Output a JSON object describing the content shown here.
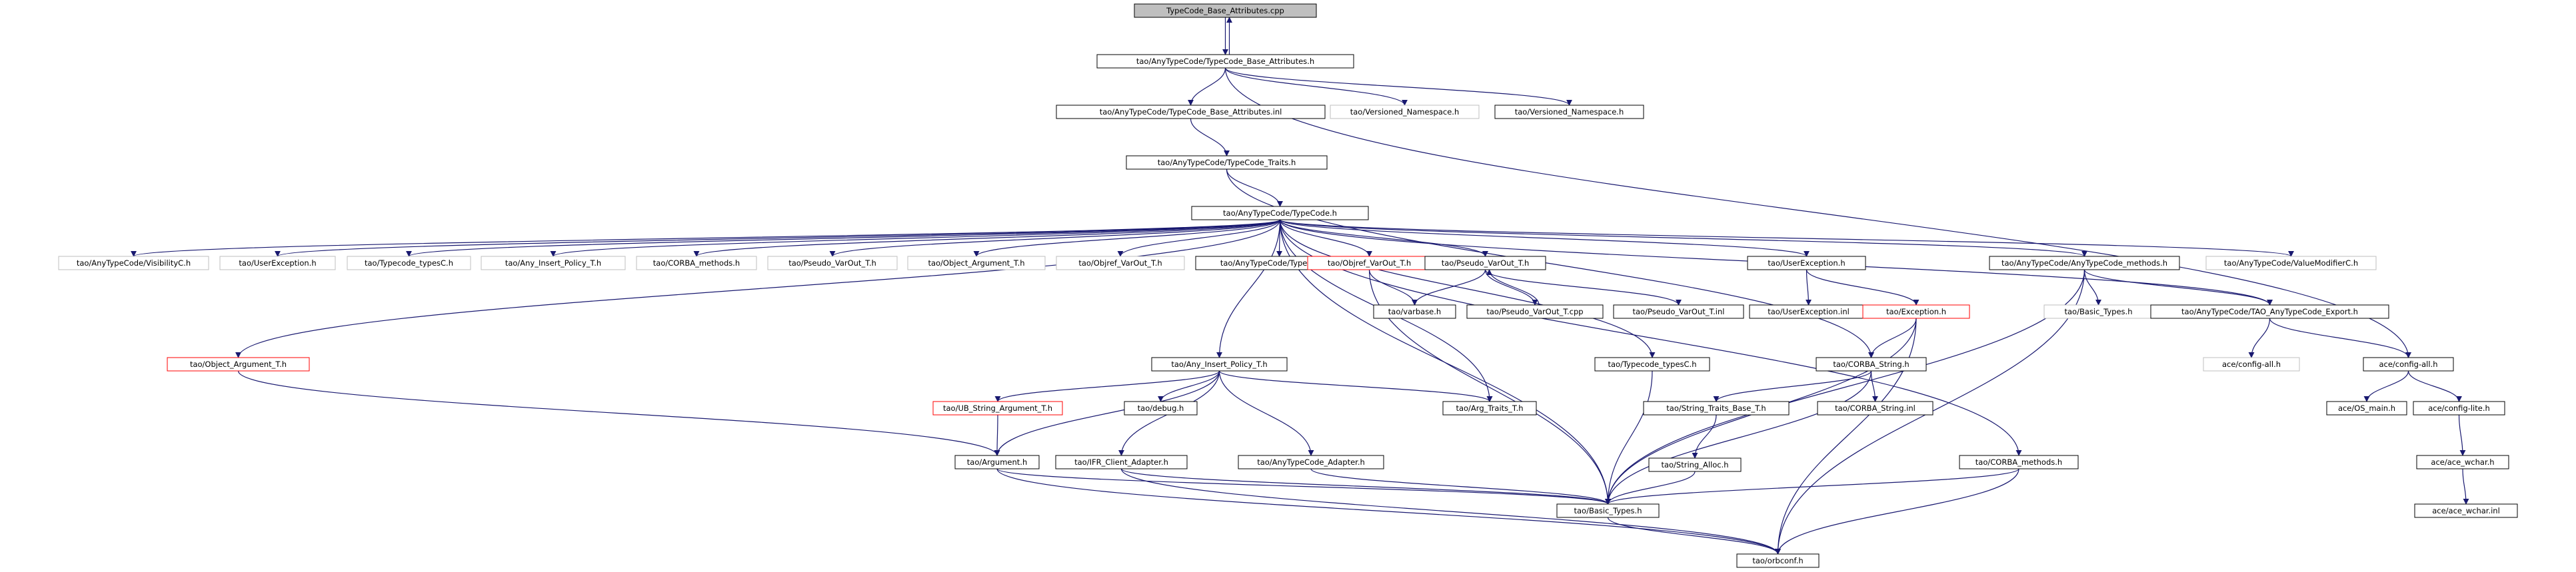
{
  "colors": {
    "edge": "#191970",
    "border_documented": "#000000",
    "border_undocumented": "#bfbfbf",
    "border_truncated": "#ff0000",
    "fill_root": "#bfbfbf",
    "fill_default": "#ffffff"
  },
  "nodes": [
    {
      "id": "n_root",
      "label": "TypeCode_Base_Attributes.cpp",
      "style": "root"
    },
    {
      "id": "n_tba_h",
      "label": "tao/AnyTypeCode/TypeCode_Base_Attributes.h",
      "style": "normal"
    },
    {
      "id": "n_tba_inl",
      "label": "tao/AnyTypeCode/TypeCode_Base_Attributes.inl",
      "style": "normal"
    },
    {
      "id": "n_vns1",
      "label": "tao/Versioned_Namespace.h",
      "style": "undocumented"
    },
    {
      "id": "n_vns2",
      "label": "tao/Versioned_Namespace.h",
      "style": "normal"
    },
    {
      "id": "n_traits",
      "label": "tao/AnyTypeCode/TypeCode_Traits.h",
      "style": "normal"
    },
    {
      "id": "n_typecode",
      "label": "tao/AnyTypeCode/TypeCode.h",
      "style": "normal"
    },
    {
      "id": "n_visc",
      "label": "tao/AnyTypeCode/VisibilityC.h",
      "style": "undocumented"
    },
    {
      "id": "n_userexc1",
      "label": "tao/UserException.h",
      "style": "undocumented"
    },
    {
      "id": "n_tctypesc1",
      "label": "tao/Typecode_typesC.h",
      "style": "undocumented"
    },
    {
      "id": "n_aip1",
      "label": "tao/Any_Insert_Policy_T.h",
      "style": "undocumented"
    },
    {
      "id": "n_corbam1",
      "label": "tao/CORBA_methods.h",
      "style": "undocumented"
    },
    {
      "id": "n_pvo1",
      "label": "tao/Pseudo_VarOut_T.h",
      "style": "undocumented"
    },
    {
      "id": "n_oa1",
      "label": "tao/Object_Argument_T.h",
      "style": "undocumented"
    },
    {
      "id": "n_ovo1",
      "label": "tao/Objref_VarOut_T.h",
      "style": "undocumented"
    },
    {
      "id": "n_tcinl",
      "label": "tao/AnyTypeCode/TypeCode.inl",
      "style": "normal"
    },
    {
      "id": "n_ovo2",
      "label": "tao/Objref_VarOut_T.h",
      "style": "truncated"
    },
    {
      "id": "n_pvo2",
      "label": "tao/Pseudo_VarOut_T.h",
      "style": "normal"
    },
    {
      "id": "n_userexc2",
      "label": "tao/UserException.h",
      "style": "normal"
    },
    {
      "id": "n_atcm",
      "label": "tao/AnyTypeCode/AnyTypeCode_methods.h",
      "style": "normal"
    },
    {
      "id": "n_vmc",
      "label": "tao/AnyTypeCode/ValueModifierC.h",
      "style": "undocumented"
    },
    {
      "id": "n_varbase",
      "label": "tao/varbase.h",
      "style": "normal"
    },
    {
      "id": "n_pvocpp",
      "label": "tao/Pseudo_VarOut_T.cpp",
      "style": "normal"
    },
    {
      "id": "n_pvoinl",
      "label": "tao/Pseudo_VarOut_T.inl",
      "style": "normal"
    },
    {
      "id": "n_ueinl",
      "label": "tao/UserException.inl",
      "style": "normal"
    },
    {
      "id": "n_exception",
      "label": "tao/Exception.h",
      "style": "truncated"
    },
    {
      "id": "n_basictypes1",
      "label": "tao/Basic_Types.h",
      "style": "undocumented"
    },
    {
      "id": "n_taoexport",
      "label": "tao/AnyTypeCode/TAO_AnyTypeCode_Export.h",
      "style": "normal"
    },
    {
      "id": "n_oa2",
      "label": "tao/Object_Argument_T.h",
      "style": "truncated"
    },
    {
      "id": "n_aip2",
      "label": "tao/Any_Insert_Policy_T.h",
      "style": "normal"
    },
    {
      "id": "n_tctypesc2",
      "label": "tao/Typecode_typesC.h",
      "style": "normal"
    },
    {
      "id": "n_corbastr",
      "label": "tao/CORBA_String.h",
      "style": "normal"
    },
    {
      "id": "n_configall1",
      "label": "ace/config-all.h",
      "style": "undocumented"
    },
    {
      "id": "n_configall2",
      "label": "ace/config-all.h",
      "style": "normal"
    },
    {
      "id": "n_ubsa",
      "label": "tao/UB_String_Argument_T.h",
      "style": "truncated"
    },
    {
      "id": "n_debug",
      "label": "tao/debug.h",
      "style": "normal"
    },
    {
      "id": "n_argtraits",
      "label": "tao/Arg_Traits_T.h",
      "style": "normal"
    },
    {
      "id": "n_stbt",
      "label": "tao/String_Traits_Base_T.h",
      "style": "normal"
    },
    {
      "id": "n_corbastrinl",
      "label": "tao/CORBA_String.inl",
      "style": "normal"
    },
    {
      "id": "n_osmain",
      "label": "ace/OS_main.h",
      "style": "normal"
    },
    {
      "id": "n_configlite",
      "label": "ace/config-lite.h",
      "style": "normal"
    },
    {
      "id": "n_stralloc",
      "label": "tao/String_Alloc.h",
      "style": "normal"
    },
    {
      "id": "n_argument",
      "label": "tao/Argument.h",
      "style": "normal"
    },
    {
      "id": "n_ifr",
      "label": "tao/IFR_Client_Adapter.h",
      "style": "normal"
    },
    {
      "id": "n_atcadapter",
      "label": "tao/AnyTypeCode_Adapter.h",
      "style": "normal"
    },
    {
      "id": "n_corbam2",
      "label": "tao/CORBA_methods.h",
      "style": "normal"
    },
    {
      "id": "n_acewchar",
      "label": "ace/ace_wchar.h",
      "style": "normal"
    },
    {
      "id": "n_basictypes2",
      "label": "tao/Basic_Types.h",
      "style": "normal"
    },
    {
      "id": "n_acewcharinl",
      "label": "ace/ace_wchar.inl",
      "style": "normal"
    },
    {
      "id": "n_orbconf",
      "label": "tao/orbconf.h",
      "style": "normal"
    }
  ],
  "edges": [
    [
      "n_root",
      "n_tba_h"
    ],
    [
      "n_tba_h",
      "n_root"
    ],
    [
      "n_tba_h",
      "n_tba_inl"
    ],
    [
      "n_tba_h",
      "n_vns1"
    ],
    [
      "n_tba_h",
      "n_vns2"
    ],
    [
      "n_tba_h",
      "n_configall2"
    ],
    [
      "n_tba_inl",
      "n_traits"
    ],
    [
      "n_traits",
      "n_typecode"
    ],
    [
      "n_traits",
      "n_corbastr"
    ],
    [
      "n_typecode",
      "n_visc"
    ],
    [
      "n_typecode",
      "n_userexc1"
    ],
    [
      "n_typecode",
      "n_tctypesc1"
    ],
    [
      "n_typecode",
      "n_aip1"
    ],
    [
      "n_typecode",
      "n_corbam1"
    ],
    [
      "n_typecode",
      "n_pvo1"
    ],
    [
      "n_typecode",
      "n_oa1"
    ],
    [
      "n_typecode",
      "n_ovo1"
    ],
    [
      "n_typecode",
      "n_tcinl"
    ],
    [
      "n_typecode",
      "n_ovo2"
    ],
    [
      "n_typecode",
      "n_pvo2"
    ],
    [
      "n_typecode",
      "n_userexc2"
    ],
    [
      "n_typecode",
      "n_atcm"
    ],
    [
      "n_typecode",
      "n_vmc"
    ],
    [
      "n_typecode",
      "n_taoexport"
    ],
    [
      "n_typecode",
      "n_oa2"
    ],
    [
      "n_typecode",
      "n_aip2"
    ],
    [
      "n_typecode",
      "n_tctypesc2"
    ],
    [
      "n_typecode",
      "n_argtraits"
    ],
    [
      "n_typecode",
      "n_corbam2"
    ],
    [
      "n_typecode",
      "n_basictypes2"
    ],
    [
      "n_ovo2",
      "n_varbase"
    ],
    [
      "n_ovo2",
      "n_basictypes2"
    ],
    [
      "n_pvo2",
      "n_varbase"
    ],
    [
      "n_pvo2",
      "n_pvocpp"
    ],
    [
      "n_pvocpp",
      "n_pvo2"
    ],
    [
      "n_pvo2",
      "n_pvoinl"
    ],
    [
      "n_userexc2",
      "n_ueinl"
    ],
    [
      "n_userexc2",
      "n_exception"
    ],
    [
      "n_exception",
      "n_corbastr"
    ],
    [
      "n_exception",
      "n_basictypes2"
    ],
    [
      "n_exception",
      "n_orbconf"
    ],
    [
      "n_atcm",
      "n_basictypes1"
    ],
    [
      "n_atcm",
      "n_taoexport"
    ],
    [
      "n_atcm",
      "n_basictypes2"
    ],
    [
      "n_atcm",
      "n_orbconf"
    ],
    [
      "n_taoexport",
      "n_configall1"
    ],
    [
      "n_taoexport",
      "n_configall2"
    ],
    [
      "n_configall2",
      "n_osmain"
    ],
    [
      "n_configall2",
      "n_configlite"
    ],
    [
      "n_configlite",
      "n_acewchar"
    ],
    [
      "n_acewchar",
      "n_acewcharinl"
    ],
    [
      "n_oa2",
      "n_argument"
    ],
    [
      "n_aip2",
      "n_ubsa"
    ],
    [
      "n_aip2",
      "n_debug"
    ],
    [
      "n_aip2",
      "n_argtraits"
    ],
    [
      "n_aip2",
      "n_argument"
    ],
    [
      "n_aip2",
      "n_ifr"
    ],
    [
      "n_aip2",
      "n_atcadapter"
    ],
    [
      "n_ubsa",
      "n_argument"
    ],
    [
      "n_tctypesc2",
      "n_basictypes2"
    ],
    [
      "n_corbastr",
      "n_stbt"
    ],
    [
      "n_corbastr",
      "n_corbastrinl"
    ],
    [
      "n_corbastr",
      "n_basictypes2"
    ],
    [
      "n_stbt",
      "n_stralloc"
    ],
    [
      "n_stralloc",
      "n_basictypes2"
    ],
    [
      "n_argument",
      "n_basictypes2"
    ],
    [
      "n_argument",
      "n_orbconf"
    ],
    [
      "n_ifr",
      "n_basictypes2"
    ],
    [
      "n_ifr",
      "n_orbconf"
    ],
    [
      "n_atcadapter",
      "n_basictypes2"
    ],
    [
      "n_corbam2",
      "n_basictypes2"
    ],
    [
      "n_corbam2",
      "n_orbconf"
    ],
    [
      "n_basictypes2",
      "n_orbconf"
    ]
  ]
}
